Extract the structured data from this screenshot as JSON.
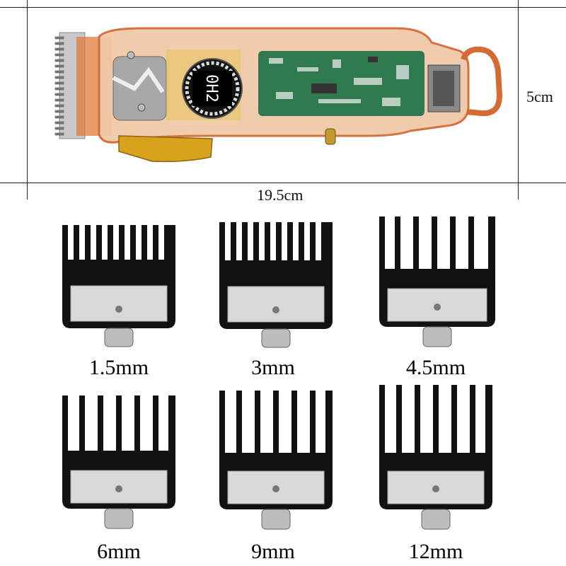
{
  "dimensions": {
    "length_label": "19.5cm",
    "height_label": "5cm"
  },
  "clipper": {
    "display_text": "0H2",
    "icon": "hair-clipper-icon"
  },
  "guards": [
    {
      "label": "1.5mm"
    },
    {
      "label": "3mm"
    },
    {
      "label": "4.5mm"
    },
    {
      "label": "6mm"
    },
    {
      "label": "9mm"
    },
    {
      "label": "12mm"
    }
  ],
  "colors": {
    "clipper_body": "#e9a070",
    "clipper_outline": "#d56a35",
    "circuit_board": "#2f7a4f",
    "guard_black": "#111111",
    "guard_plate": "#d9d9d9",
    "gold": "#d9a21c"
  }
}
